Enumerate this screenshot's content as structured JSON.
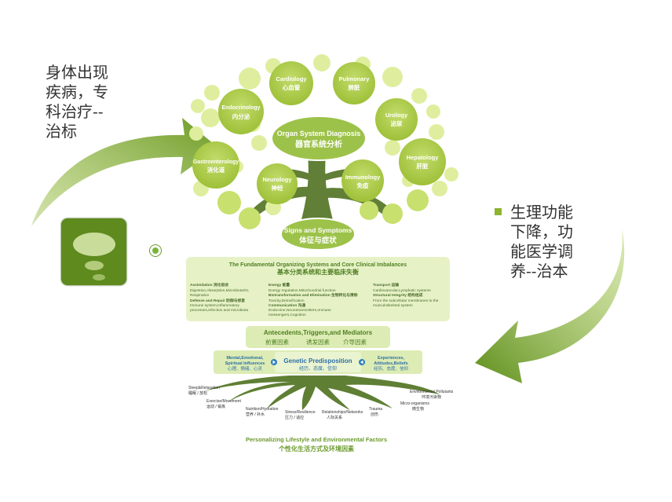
{
  "left_annotation": "身体出现\n疾病，专\n科治疗--\n治标",
  "right_annotation": "生理功能\n下降，功\n能医学调\n养--治本",
  "colors": {
    "leaf_dark": "#a9cc3c",
    "leaf_light": "#dfee9e",
    "bubble_main": "#9dc24a",
    "trunk": "#5f7f34",
    "panel_bg": "#e6f2c6",
    "arrow_green": "#7da52b",
    "text_green": "#3c6b1f"
  },
  "crown": {
    "center": {
      "en": "Organ System Diagnosis",
      "zh": "器官系统分析"
    },
    "organs": [
      {
        "en": "Cardiology",
        "zh": "心血管"
      },
      {
        "en": "Pulmonary",
        "zh": "肺脏"
      },
      {
        "en": "Endocrinology",
        "zh": "内分泌"
      },
      {
        "en": "Urology",
        "zh": "泌尿"
      },
      {
        "en": "Gastroenterology",
        "zh": "消化道"
      },
      {
        "en": "Hepatology",
        "zh": "肝脏"
      },
      {
        "en": "Neurology",
        "zh": "神经"
      },
      {
        "en": "Immunology",
        "zh": "免疫"
      }
    ]
  },
  "signs": {
    "en": "Signs and Symptoms",
    "zh": "体征与症状"
  },
  "fundamental": {
    "title_en": "The Fundamental Organizing Systems and Core Clinical Imbalances",
    "title_zh": "基本分类系统和主要临床失衡",
    "col1": [
      "Assimilation  消化吸收",
      "Digestion,Absorption,Microbiota/GI,",
      "Respiration",
      "Defense and Repair  防御与修复",
      "Immune system,Inflammatory",
      "processes,Infection and microbiota"
    ],
    "col2": [
      "Energy  能量",
      "Energy regulation,Mitochondrial function",
      "Biotransformation and Elimination  生物转化与清除",
      "Toxicity,Detoxification",
      "Communication  沟通",
      "Endocrine,Neurotransmitters,Immune",
      "messengers,Cognition"
    ],
    "col3": [
      "Transport  运输",
      "Cardiovascular,Lymphatic systems",
      "Structural Integrity  结构组成",
      "From the subcellular membranes to the",
      "musculoskeletal system"
    ]
  },
  "antecedents": {
    "title": "Antecedents,Triggers,and Mediators",
    "zh": [
      "前置因素",
      "诱发因素",
      "介导因素"
    ]
  },
  "genetic": {
    "left": "Mental,Emotional,\nSpiritual Influences\n心理、情绪、心灵",
    "center_en": "Genetic Predisposition",
    "center_zh": "经历、态度、信仰",
    "right": "Experiences,\nAttitudes,Beliefs\n经历、态度、信仰"
  },
  "roots": [
    {
      "en": "Sleep&Relaxation",
      "zh": "睡眠 / 放松"
    },
    {
      "en": "Exercise/Movement",
      "zh": "运动 / 锻炼"
    },
    {
      "en": "Nutrition/Hydration",
      "zh": "营养 / 补水"
    },
    {
      "en": "Stress/Resilience",
      "zh": "压力 / 适应"
    },
    {
      "en": "Relationships/Networks",
      "zh": "人际关系"
    },
    {
      "en": "Trauma",
      "zh": "创伤"
    },
    {
      "en": "Micro-organisms",
      "zh": "微生物"
    },
    {
      "en": "Environmental Pollutants",
      "zh": "环境污染物"
    }
  ],
  "bottom": {
    "en": "Personalizing Lifestyle and Environmental Factors",
    "zh": "个性化生活方式及环境因素"
  }
}
